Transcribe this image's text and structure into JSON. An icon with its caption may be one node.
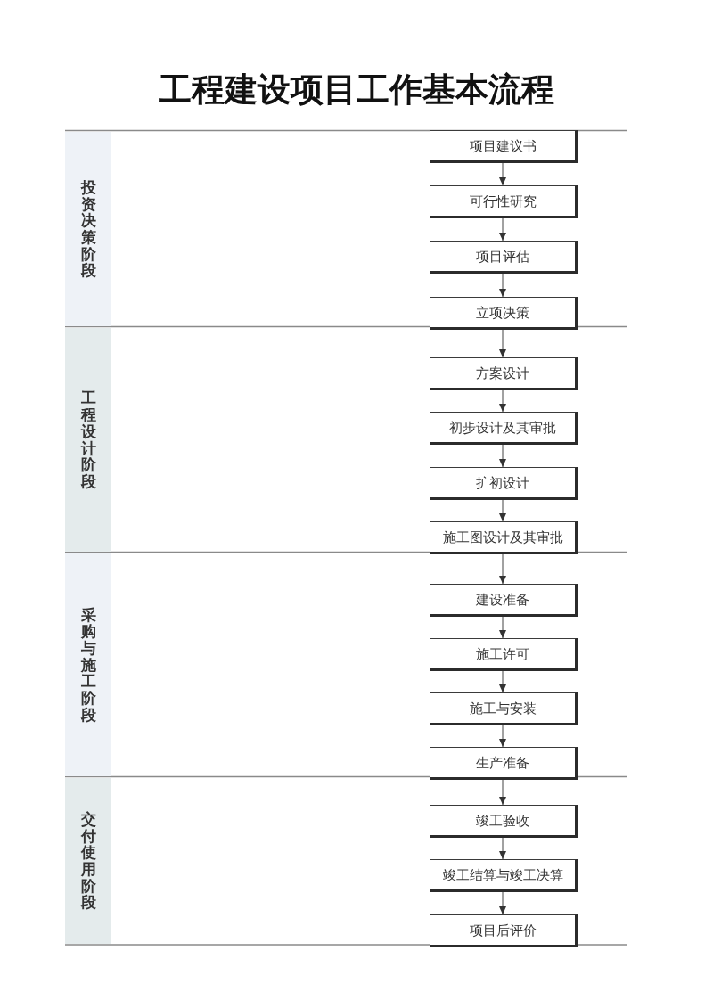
{
  "diagram": {
    "title": "工程建设项目工作基本流程",
    "nodes": [
      {
        "text": [
          "投资决策阶段"
        ]
      },
      {
        "text": [
          "项目建议书"
        ]
      },
      {
        "text": [
          "可行性研究"
        ]
      },
      {
        "text": [
          "项目评估"
        ]
      },
      {
        "text": [
          "立项决策"
        ]
      },
      {
        "text": [
          "工程设计阶段"
        ]
      },
      {
        "text": [
          "方案设计"
        ]
      },
      {
        "text": [
          "初步设计及其审批"
        ]
      },
      {
        "text": [
          "扩初设计"
        ]
      },
      {
        "text": [
          "施工图设计及其审批"
        ]
      },
      {
        "text": [
          "采购与施工阶段"
        ]
      },
      {
        "text": [
          "建设准备"
        ]
      },
      {
        "text": [
          "施工许可"
        ]
      },
      {
        "text": [
          "施工与安装"
        ]
      },
      {
        "text": [
          "生产准备"
        ]
      },
      {
        "text": [
          "交付使用阶段"
        ]
      },
      {
        "text": [
          "竣工验收"
        ]
      },
      {
        "text": [
          "竣工结算与竣工决算"
        ]
      },
      {
        "text": [
          "项目后评价"
        ]
      }
    ],
    "edges": [
      {
        "from": 1,
        "to": 2,
        "arrow": "to"
      },
      {
        "from": 2,
        "to": 3,
        "arrow": "to"
      },
      {
        "from": 3,
        "to": 4,
        "arrow": "to"
      },
      {
        "from": 4,
        "to": 6,
        "arrow": "to"
      },
      {
        "from": 6,
        "to": 7,
        "arrow": "to"
      },
      {
        "from": 7,
        "to": 8,
        "arrow": "to"
      },
      {
        "from": 8,
        "to": 9,
        "arrow": "to"
      },
      {
        "from": 9,
        "to": 11,
        "arrow": "to"
      },
      {
        "from": 11,
        "to": 12,
        "arrow": "to"
      },
      {
        "from": 12,
        "to": 13,
        "arrow": "to"
      },
      {
        "from": 13,
        "to": 14,
        "arrow": "to"
      },
      {
        "from": 14,
        "to": 16,
        "arrow": "to"
      },
      {
        "from": 16,
        "to": 17,
        "arrow": "to"
      },
      {
        "from": 17,
        "to": 18,
        "arrow": "to"
      }
    ]
  }
}
